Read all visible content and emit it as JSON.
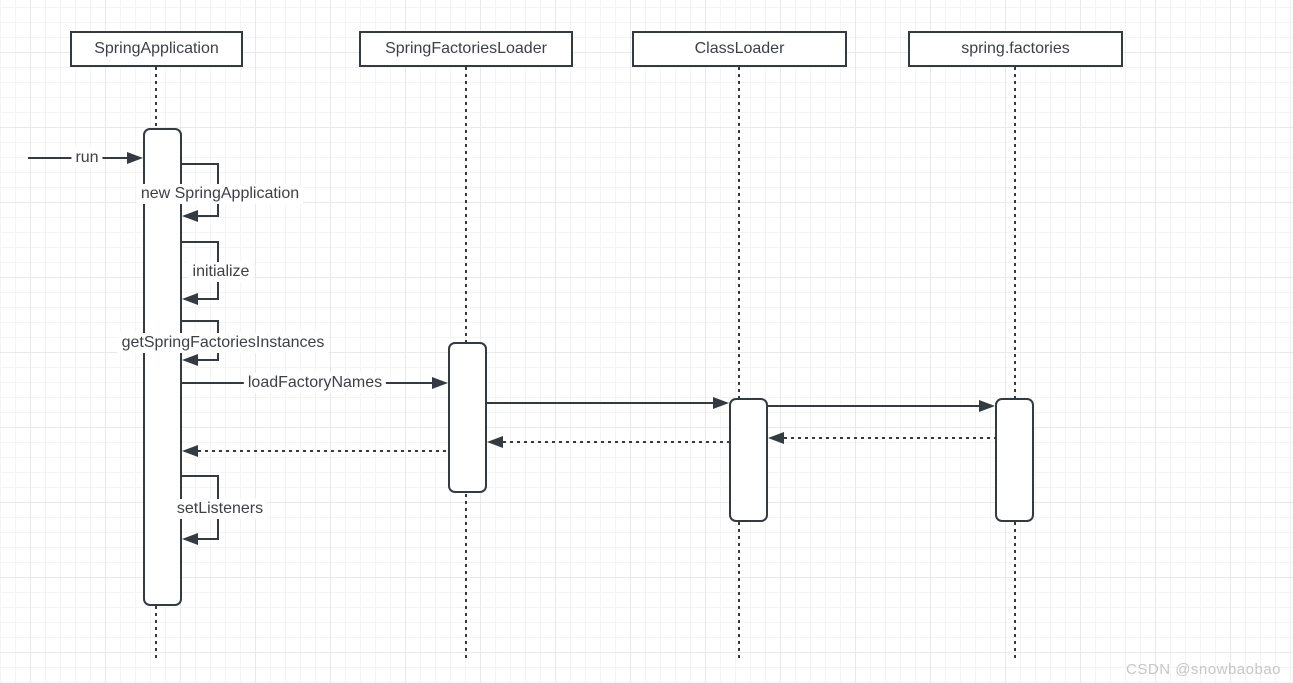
{
  "diagram_type": "uml-sequence",
  "participants": [
    {
      "label": "SpringApplication"
    },
    {
      "label": "SpringFactoriesLoader"
    },
    {
      "label": "ClassLoader"
    },
    {
      "label": "spring.factories"
    }
  ],
  "messages": {
    "run": "run",
    "new_spring_application": "new SpringApplication",
    "initialize": "initialize",
    "get_spring_factories_instances": "getSpringFactoriesInstances",
    "load_factory_names": "loadFactoryNames",
    "set_listeners": "setListeners"
  },
  "watermark": "CSDN @snowbaobao",
  "colors": {
    "line": "#343a40",
    "text": "#3d4045",
    "watermark": "#c6c6c6",
    "grid_minor": "#f4f4f4",
    "grid_major": "#e9e9e9",
    "background": "#ffffff"
  }
}
